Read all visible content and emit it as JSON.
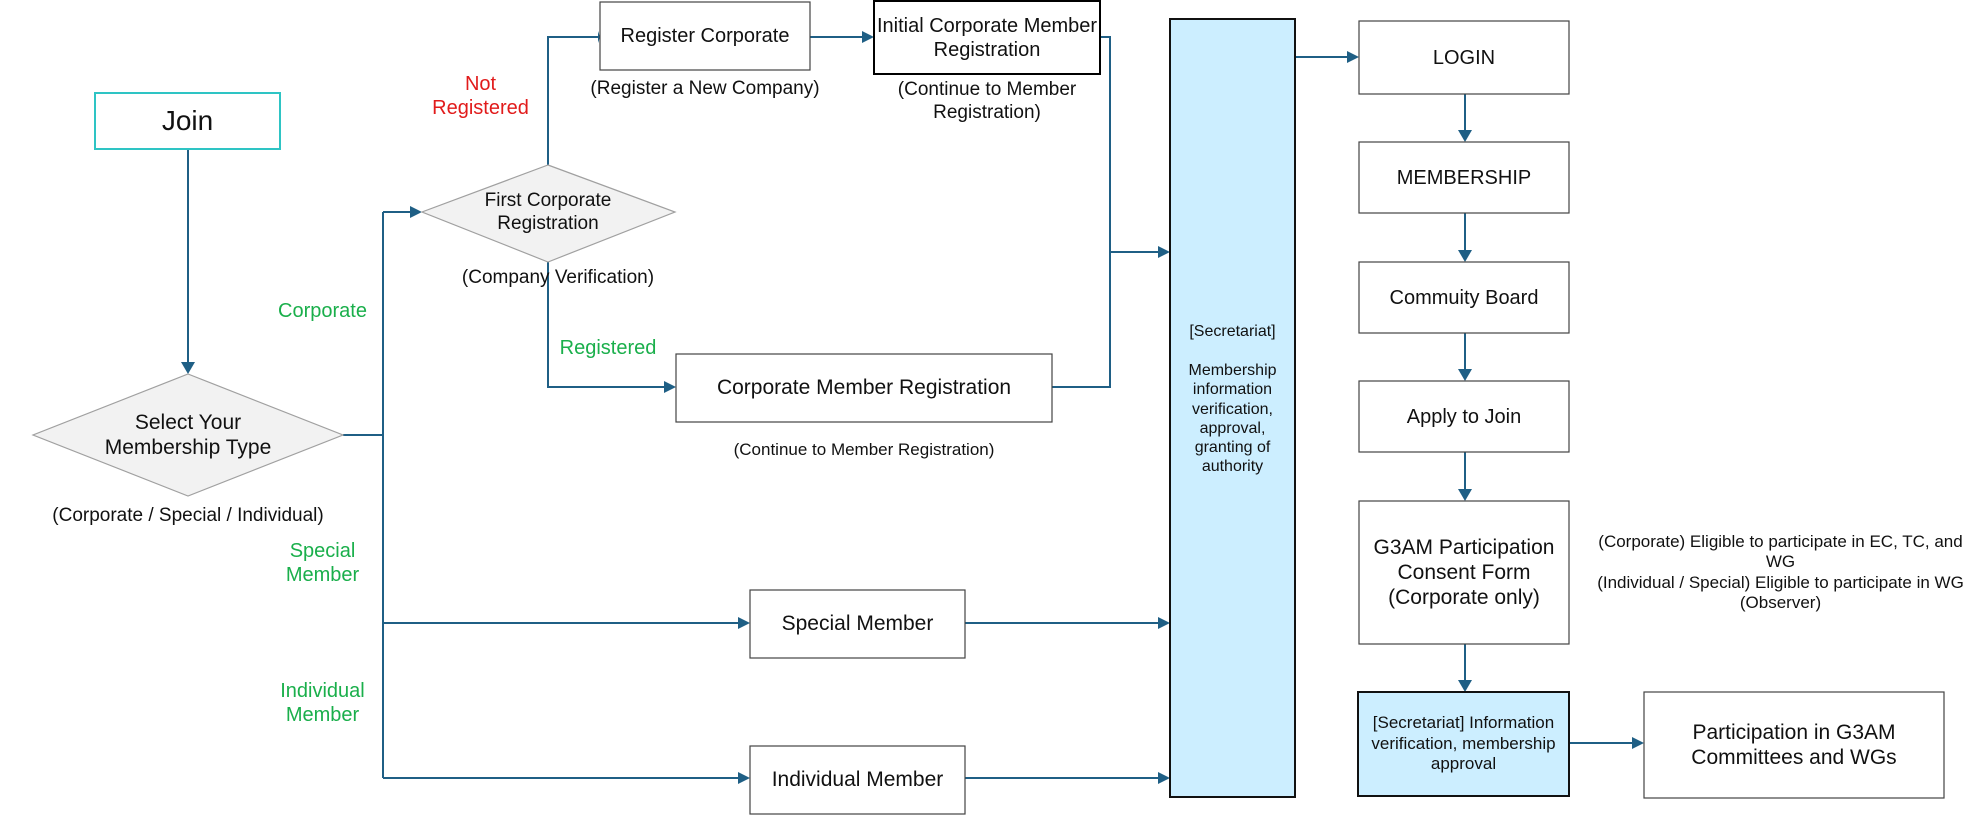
{
  "nodes": {
    "join": "Join",
    "select_type": "Select Your Membership Type",
    "select_type_note": "(Corporate / Special / Individual)",
    "first_corporate": "First Corporate Registration",
    "first_corporate_note": "(Company Verification)",
    "register_corporate": "Register Corporate",
    "register_corporate_note": "(Register a New Company)",
    "initial_corporate": "Initial Corporate Member Registration",
    "initial_corporate_note": "(Continue to Member Registration)",
    "corporate_member_registration": "Corporate Member Registration",
    "corporate_member_registration_note": "(Continue to Member Registration)",
    "special_member": "Special Member",
    "individual_member": "Individual Member",
    "secretariat_title": "[Secretariat]",
    "secretariat_body": "Membership information verification, approval, granting of authority",
    "login": "LOGIN",
    "membership": "MEMBERSHIP",
    "community_board": "Commuity Board",
    "apply_to_join": "Apply to Join",
    "consent_form": "G3AM Participation Consent Form (Corporate only)",
    "eligibility_corporate": "(Corporate) Eligible to participate in EC, TC, and WG",
    "eligibility_individual": "(Individual / Special) Eligible to participate in WG (Observer)",
    "secretariat_approval": "[Secretariat] Information verification, membership approval",
    "participation": "Participation in G3AM Committees and WGs"
  },
  "edge_labels": {
    "corporate": "Corporate",
    "special_member": "Special Member",
    "individual_member": "Individual Member",
    "not_registered": "Not Registered",
    "registered": "Registered"
  },
  "colors": {
    "edge": "#1f5f85",
    "secretariat_fill": "#cceeff",
    "join_border": "#2ec4c4",
    "branch_label": "#1aaf4b",
    "not_registered_label": "#e11b1b"
  }
}
